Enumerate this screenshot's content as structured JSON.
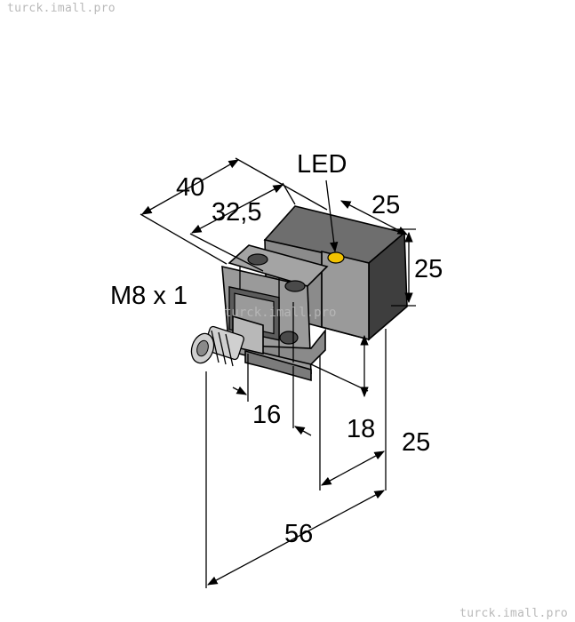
{
  "watermarks": {
    "top": "turck.imall.pro",
    "bottom": "turck.imall.pro",
    "center": "turck.imall.pro"
  },
  "labels": {
    "led": "LED",
    "thread": "M8 x 1",
    "dim_40": "40",
    "dim_32_5": "32,5",
    "dim_25_top": "25",
    "dim_25_side": "25",
    "dim_16": "16",
    "dim_18": "18",
    "dim_25_bottom": "25",
    "dim_56": "56"
  },
  "colors": {
    "body_top": "#6e6e6e",
    "body_front": "#8a8a8a",
    "body_side": "#3f3f3f",
    "bracket": "#9a9a9a",
    "led": "#f2c200",
    "connector": "#c8c8c8"
  }
}
